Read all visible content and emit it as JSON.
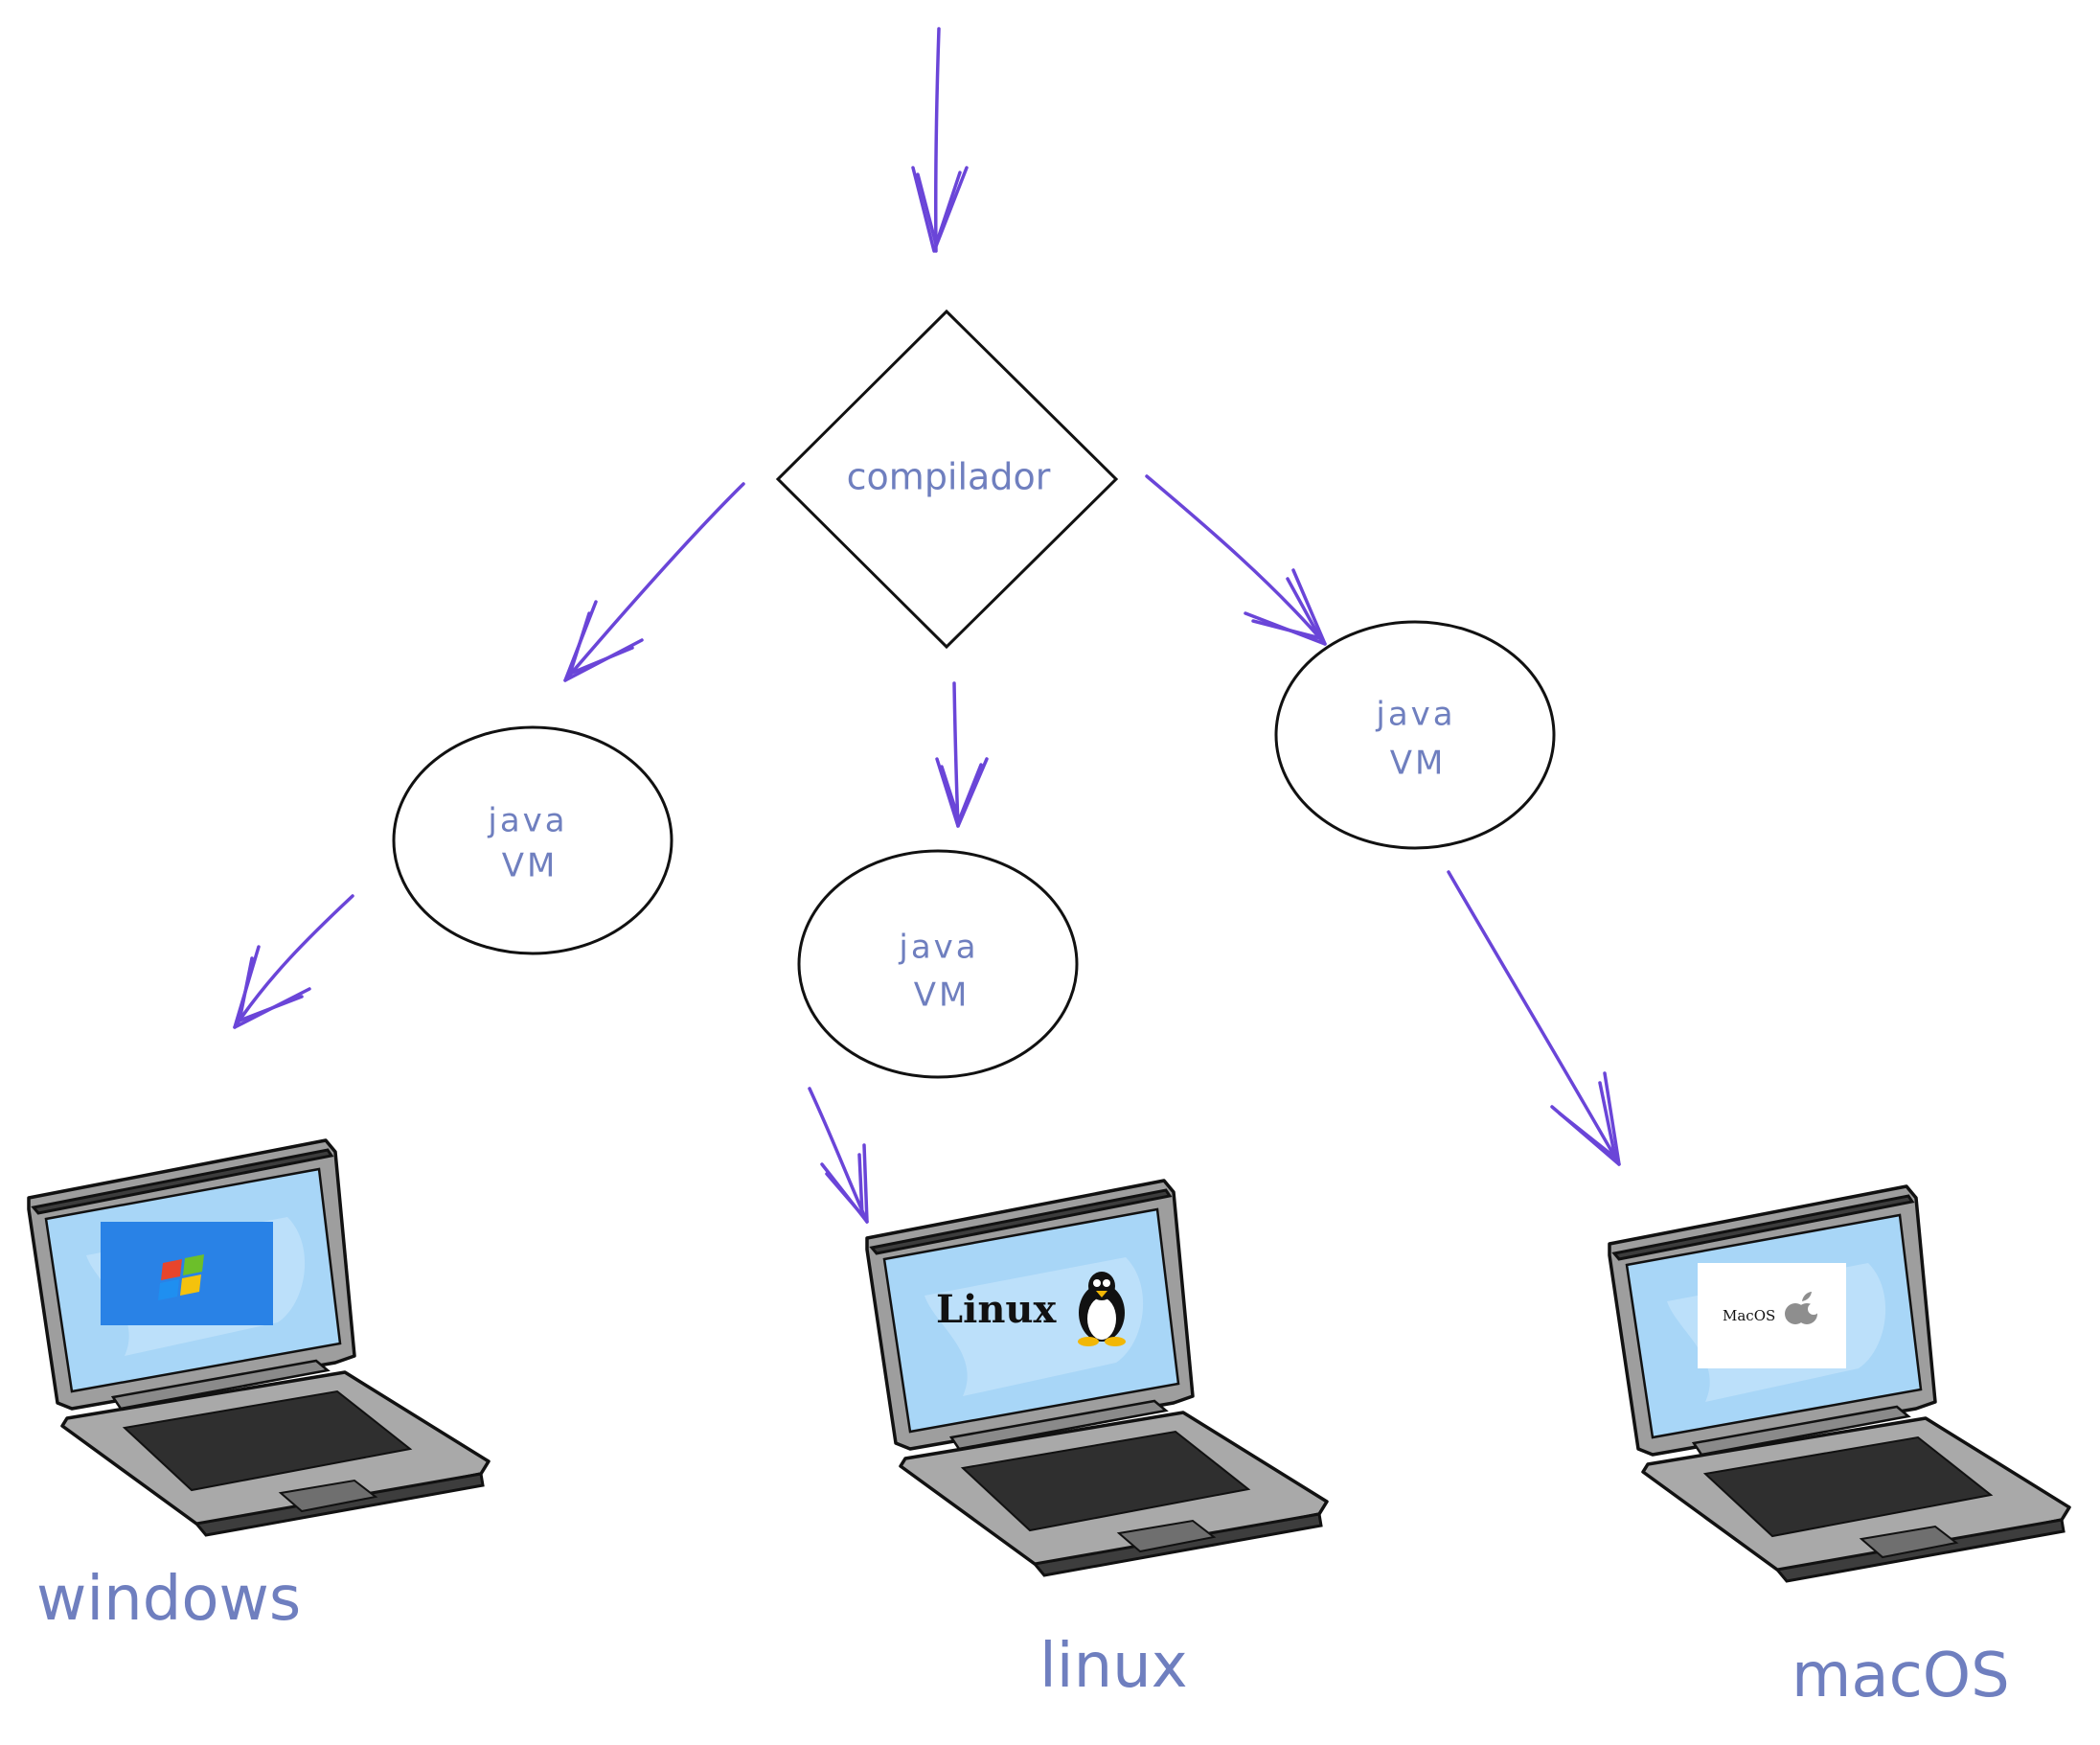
{
  "diagram": {
    "compiler_node": {
      "label": "compilador",
      "shape": "diamond"
    },
    "jvm_nodes": [
      {
        "line1": "java",
        "line2": "VM"
      },
      {
        "line1": "java",
        "line2": "VM"
      },
      {
        "line1": "java",
        "line2": "VM"
      }
    ],
    "platforms": [
      {
        "label": "windows",
        "screen_logo": "windows-logo-icon"
      },
      {
        "label": "linux",
        "screen_logo": "linux-tux-icon",
        "screen_text": "Linux"
      },
      {
        "label": "macOS",
        "screen_logo": "apple-logo-icon",
        "screen_text": "MacOS"
      }
    ],
    "colors": {
      "arrow": "#6a45d8",
      "label": "#6f7fbf",
      "outline": "#111111",
      "screen": "#a8d6f7"
    }
  }
}
